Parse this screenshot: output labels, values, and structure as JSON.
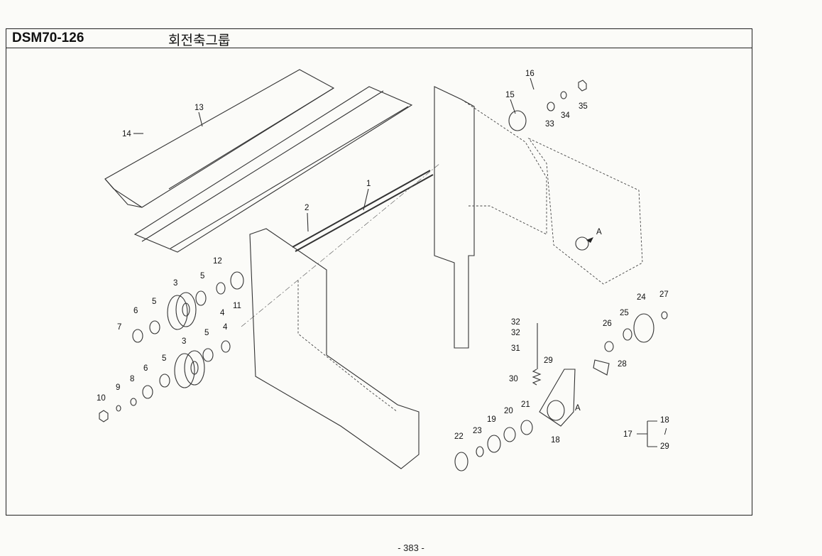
{
  "header": {
    "code": "DSM70-126",
    "title": "회전축그룹"
  },
  "footer": {
    "page": "- 383 -"
  },
  "callouts": {
    "c1": "1",
    "c2": "2",
    "c3a": "3",
    "c3b": "3",
    "c4a": "4",
    "c4b": "4",
    "c5a": "5",
    "c5b": "5",
    "c5c": "5",
    "c5d": "5",
    "c6a": "6",
    "c6b": "6",
    "c7": "7",
    "c8": "8",
    "c9": "9",
    "c10": "10",
    "c11": "11",
    "c12": "12",
    "c13": "13",
    "c14": "14",
    "c15": "15",
    "c16": "16",
    "c17": "17",
    "c18a": "18",
    "c18b": "18",
    "c19": "19",
    "c20": "20",
    "c21": "21",
    "c22": "22",
    "c23": "23",
    "c24": "24",
    "c25": "25",
    "c26": "26",
    "c27": "27",
    "c28": "28",
    "c29a": "29",
    "c29b": "29",
    "c30": "30",
    "c31": "31",
    "c32a": "32",
    "c32b": "32",
    "c33": "33",
    "c34": "34",
    "c35": "35",
    "viewA1": "A",
    "viewA2": "A",
    "slash": "/"
  }
}
